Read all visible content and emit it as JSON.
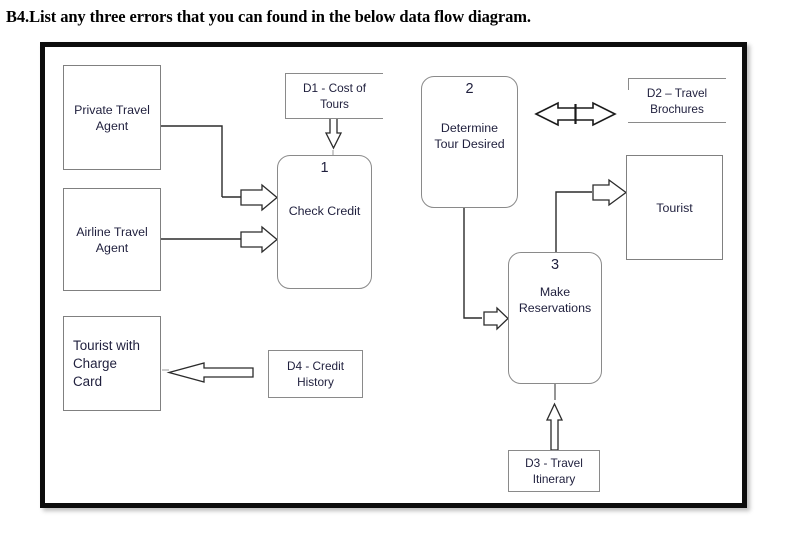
{
  "question": {
    "number": "B4.",
    "text": "List any three errors that you can found in the below data flow diagram.",
    "full": "B4.List any three errors that you can found in the below data flow diagram."
  },
  "diagram": {
    "type": "data-flow-diagram",
    "entities": [
      {
        "id": "private-travel-agent",
        "label": "Private Travel\nAgent"
      },
      {
        "id": "airline-travel-agent",
        "label": "Airline Travel\nAgent"
      },
      {
        "id": "tourist-with-charge-card",
        "label": "Tourist with\nCharge\nCard"
      },
      {
        "id": "tourist",
        "label": "Tourist"
      }
    ],
    "processes": [
      {
        "id": "check-credit",
        "number": "1",
        "label": "Check Credit"
      },
      {
        "id": "determine-tour-desired",
        "number": "2",
        "label": "Determine\nTour Desired"
      },
      {
        "id": "make-reservations",
        "number": "3",
        "label": "Make\nReservations"
      }
    ],
    "datastores": [
      {
        "id": "d1",
        "label": "D1 - Cost of\nTours"
      },
      {
        "id": "d2",
        "label": "D2 – Travel\nBrochures"
      },
      {
        "id": "d3",
        "label": "D3 - Travel\nItinerary"
      },
      {
        "id": "d4",
        "label": "D4 - Credit\nHistory"
      }
    ],
    "flows": [
      {
        "id": "flow-private-agent-to-check-credit",
        "from": "private-travel-agent",
        "to": "check-credit",
        "style": "block-arrow"
      },
      {
        "id": "flow-airline-agent-to-check-credit",
        "from": "airline-travel-agent",
        "to": "check-credit",
        "style": "block-arrow"
      },
      {
        "id": "flow-d1-to-check-credit",
        "from": "d1",
        "to": "check-credit",
        "style": "thin-arrow-down"
      },
      {
        "id": "flow-determine-tour-to-make-reservations",
        "from": "determine-tour-desired",
        "to": "make-reservations",
        "style": "block-arrow"
      },
      {
        "id": "flow-make-reservations-to-tourist",
        "from": "make-reservations",
        "to": "tourist",
        "style": "block-arrow"
      },
      {
        "id": "flow-d3-to-make-reservations",
        "from": "d3",
        "to": "make-reservations",
        "style": "thin-arrow-up"
      },
      {
        "id": "flow-d4-to-tourist-with-charge-card",
        "from": "d4",
        "to": "tourist-with-charge-card",
        "style": "thin-arrow-left"
      },
      {
        "id": "flow-d2-bidirectional",
        "from": "d2",
        "to": "",
        "style": "double-headed-arrow"
      }
    ]
  },
  "colors": {
    "frame": "#0d0d0d",
    "shape_outline": "#808080",
    "text": "#1f1f3d",
    "background": "#ffffff"
  }
}
